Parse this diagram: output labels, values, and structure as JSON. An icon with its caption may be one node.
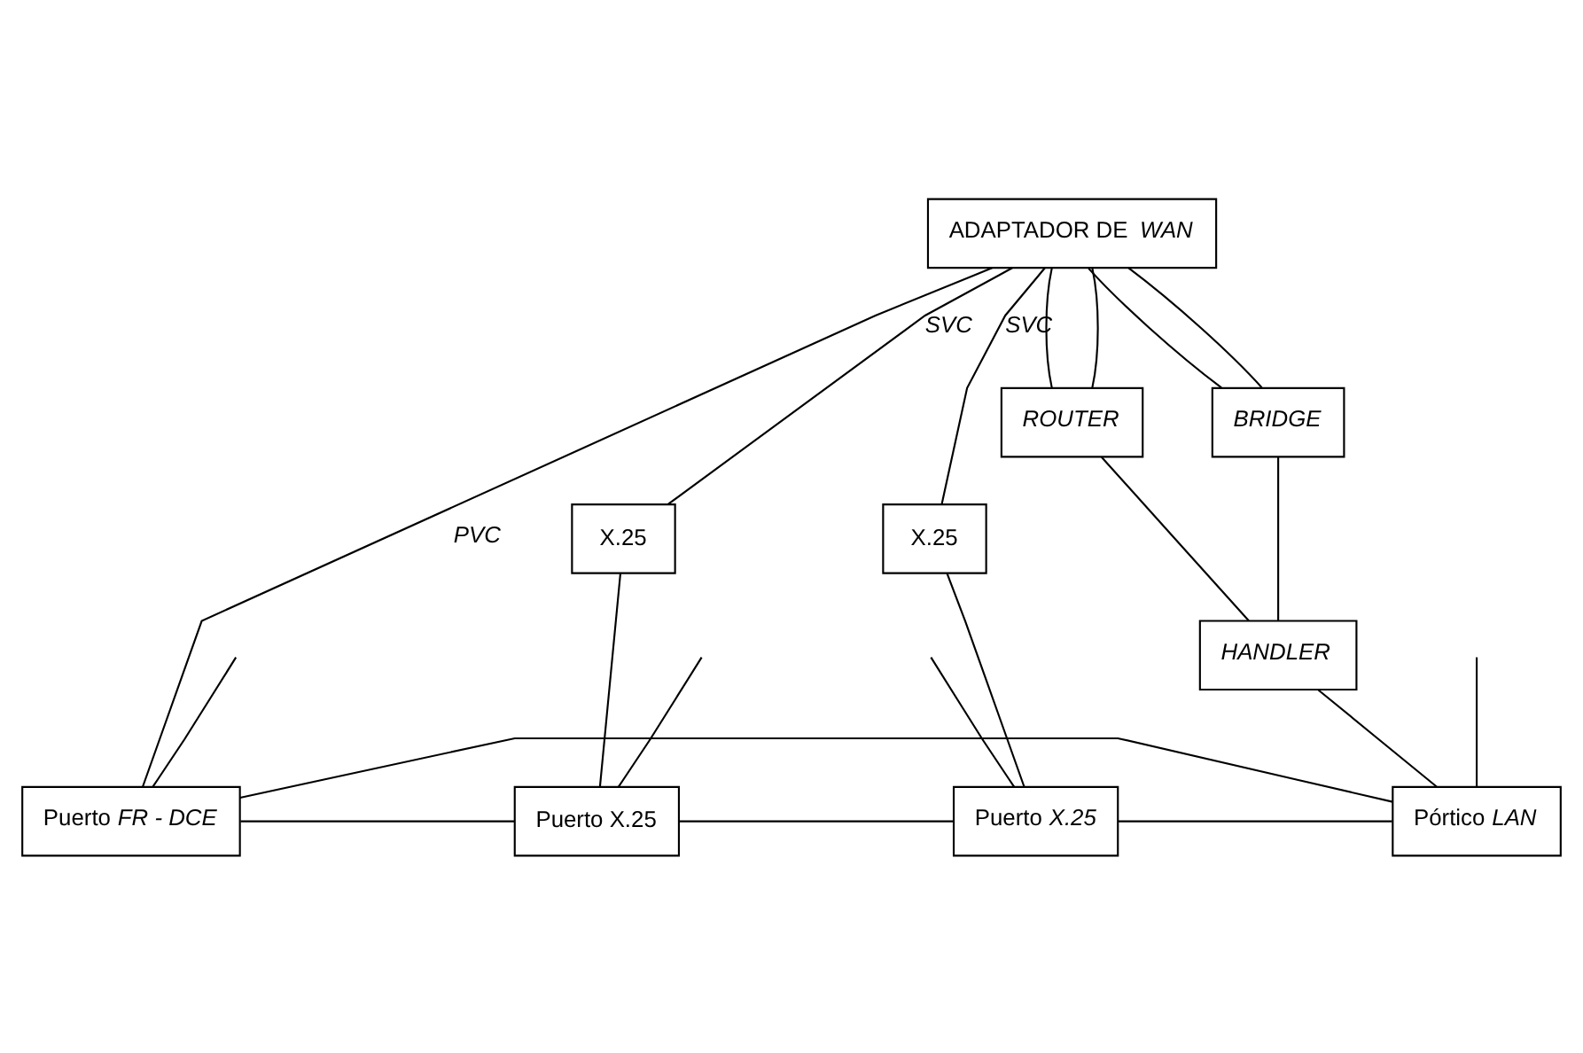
{
  "diagram": {
    "nodes": [
      {
        "text": [
          "Puerto *FR - DCE*"
        ]
      },
      {
        "text": [
          "Puerto X.25"
        ]
      },
      {
        "text": [
          "Puerto *X.25*"
        ]
      },
      {
        "text": [
          "Pórtico *LAN*"
        ]
      },
      {
        "text": [
          "X.25"
        ]
      },
      {
        "text": [
          "X.25"
        ]
      },
      {
        "text": [
          "ADAPTADOR DE *WAN*"
        ]
      },
      {
        "text": [
          "BRIDGE"
        ]
      },
      {
        "text": [
          "ROUTER"
        ]
      },
      {
        "text": [
          "HANDLER"
        ]
      }
    ],
    "edges": [
      {
        "from": 0,
        "to": 1,
        "arrow": "none"
      },
      {
        "from": 1,
        "to": 2,
        "arrow": "none"
      },
      {
        "from": 2,
        "to": 3,
        "arrow": "none"
      },
      {
        "from": 0,
        "to": 3,
        "arrow": "none"
      },
      {
        "from": 0,
        "to": 6,
        "label": "PVC",
        "arrow": "none"
      },
      {
        "from": 4,
        "to": 6,
        "label": "SVC",
        "arrow": "none"
      },
      {
        "from": 5,
        "to": 6,
        "label": "SVC",
        "arrow": "none"
      },
      {
        "from": 4,
        "to": 1,
        "arrow": "none"
      },
      {
        "from": 5,
        "to": 2,
        "arrow": "none"
      },
      {
        "from": 6,
        "to": 7,
        "arrow": "none"
      },
      {
        "from": 6,
        "to": 7,
        "arrow": "none"
      },
      {
        "from": 6,
        "to": 8,
        "arrow": "none"
      },
      {
        "from": 6,
        "to": 8,
        "arrow": "none"
      },
      {
        "from": 7,
        "to": 9,
        "arrow": "none"
      },
      {
        "from": 8,
        "to": 9,
        "arrow": "none"
      },
      {
        "from": 9,
        "to": 3,
        "arrow": "none"
      },
      {
        "from": 0,
        "to": null,
        "arrow": "none"
      },
      {
        "from": 1,
        "to": null,
        "arrow": "none"
      },
      {
        "from": 2,
        "to": null,
        "arrow": "none"
      },
      {
        "from": 3,
        "to": null,
        "arrow": "none"
      }
    ]
  }
}
